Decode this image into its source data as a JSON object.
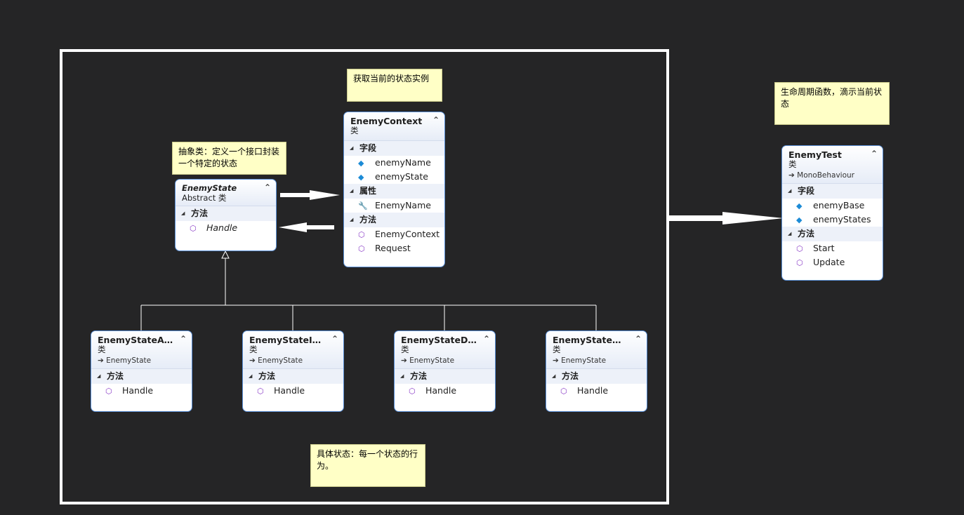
{
  "notes": {
    "context_note": "获取当前的状态实例",
    "abstract_note": "抽象类：定义一个接口封装一个特定的状态",
    "test_note": "生命周期函数，滴示当前状态",
    "concrete_note": "具体状态：每一个状态的行为。"
  },
  "labels": {
    "class_kind": "类",
    "abstract_kind": "Abstract 类",
    "fields": "字段",
    "properties": "属性",
    "methods": "方法",
    "base_enemy_state": "EnemyState",
    "base_mono": "MonoBehaviour",
    "collapse_glyph": "⌃"
  },
  "classes": {
    "enemy_state": {
      "name": "EnemyState",
      "methods": [
        "Handle"
      ]
    },
    "enemy_context": {
      "name": "EnemyContext",
      "fields": [
        "enemyName",
        "enemyState"
      ],
      "properties": [
        "EnemyName"
      ],
      "methods": [
        "EnemyContext",
        "Request"
      ]
    },
    "enemy_test": {
      "name": "EnemyTest",
      "fields": [
        "enemyBase",
        "enemyStates"
      ],
      "methods": [
        "Start",
        "Update"
      ]
    },
    "attack": {
      "name": "EnemyStateAtt...",
      "methods": [
        "Handle"
      ]
    },
    "idle": {
      "name": "EnemyStateIdle",
      "methods": [
        "Handle"
      ]
    },
    "dead": {
      "name": "EnemyStateDe...",
      "methods": [
        "Handle"
      ]
    },
    "walk": {
      "name": "EnemyStateWalk",
      "methods": [
        "Handle"
      ]
    }
  },
  "colors": {
    "background": "#252526",
    "note_fill": "#ffffc6",
    "class_border": "#5a8fd6"
  }
}
